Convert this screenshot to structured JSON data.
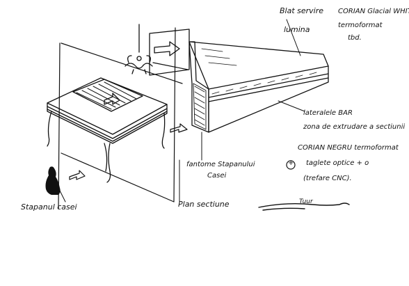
{
  "notes": {
    "blat_line1": "Blat servire",
    "blat_line2": "lumina",
    "corian_line1": "CORIAN Glacial WHITE",
    "corian_line2": "termoformat",
    "corian_line3": "tbd.",
    "lateral_line1": "lateralele BAR",
    "lateral_line2": "zona de extrudare a sectiunii",
    "corian_negru_line1": "CORIAN NEGRU termoformat",
    "corian_negru_line2": "taglete optice + o",
    "corian_negru_line3": "(trefare CNC).",
    "plus_symbol": "+",
    "fantome_line1": "fantome Stapanului",
    "fantome_line2": "Casei",
    "stapanul": "Stapanul casei",
    "plan": "Plan sectiune",
    "signature": "Tuur"
  },
  "colors": {
    "ink": "#111111",
    "paper": "#ffffff"
  }
}
